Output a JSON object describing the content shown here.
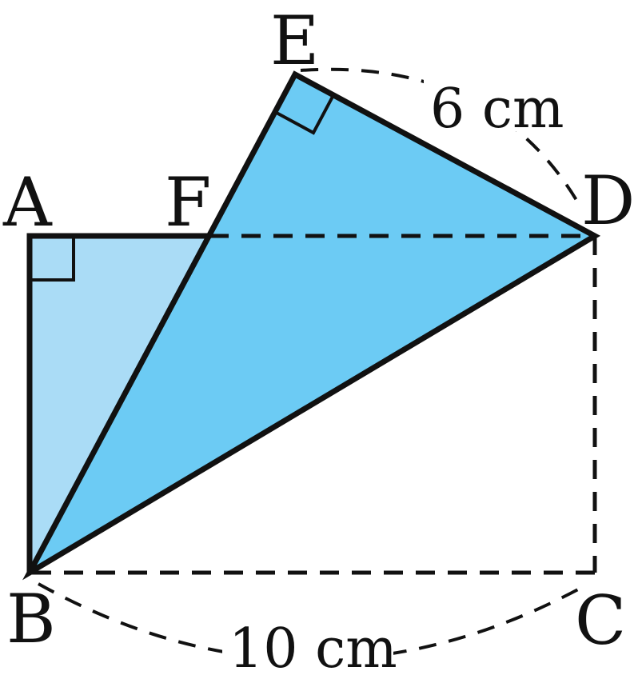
{
  "points": {
    "A": "A",
    "B": "B",
    "C": "C",
    "D": "D",
    "E": "E",
    "F": "F"
  },
  "measurements": {
    "ed_length": "6 cm",
    "bc_length": "10 cm"
  },
  "colors": {
    "triangle_abf_fill": "#aadcf6",
    "triangle_bed_fill": "#6ccbf4",
    "stroke": "#111111"
  }
}
